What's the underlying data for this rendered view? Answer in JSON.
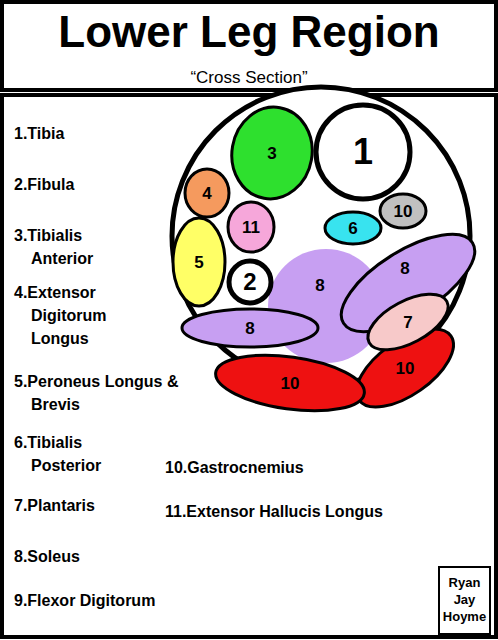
{
  "diagram": {
    "title": "Lower Leg Region",
    "nodes": [
      {
        "text": [
          "1"
        ]
      },
      {
        "text": [
          "3"
        ]
      },
      {
        "text": [
          "4"
        ]
      },
      {
        "text": [
          "10"
        ]
      },
      {
        "text": [
          "11"
        ]
      },
      {
        "text": [
          "6"
        ]
      },
      {
        "text": [
          "5"
        ]
      },
      {
        "text": [
          "2"
        ]
      },
      {
        "text": [
          "8"
        ]
      },
      {
        "text": [
          "8"
        ]
      },
      {
        "text": [
          "8"
        ]
      },
      {
        "text": [
          "7"
        ]
      },
      {
        "text": [
          "10"
        ]
      },
      {
        "text": [
          "10"
        ]
      },
      {
        "text": [
          "Ryan Jay Hoyme"
        ]
      }
    ],
    "labels": [
      "“Cross Section”",
      "1.Tibia",
      "2.Fibula",
      "3.Tibialis Anterior",
      "4.Extensor Digitorum Longus",
      "5.Peroneus Longus & Brevis",
      "6.Tibialis Posterior",
      "7.Plantaris",
      "8.Soleus",
      "9.Flexor Digitorum",
      "10.Gastrocnemius",
      "11.Extensor Hallucis Longus"
    ]
  }
}
